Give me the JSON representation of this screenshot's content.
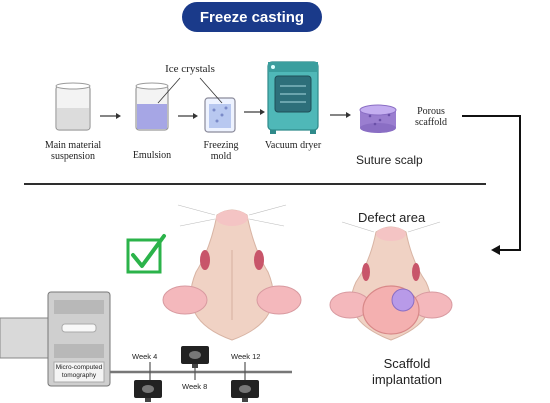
{
  "title": "Freeze casting",
  "process": {
    "ice_crystals": "Ice crystals",
    "main_material": "Main material suspension",
    "emulsion": "Emulsion",
    "freezing_mold": "Freezing mold",
    "vacuum_dryer": "Vacuum dryer",
    "porous_scaffold": "Porous scaffold",
    "suture_scalp": "Suture scalp"
  },
  "surgery": {
    "defect_area": "Defect area",
    "scaffold_implantation": "Scaffold implantation"
  },
  "imaging": {
    "device_label": "Micro-computed tomography",
    "weeks": [
      "Week 4",
      "Week 8",
      "Week 12"
    ]
  },
  "icons": [
    "checkmark-icon",
    "arrow-icon",
    "monitor-icon"
  ],
  "colors": {
    "title_bg": "#1a3a8a",
    "check": "#2bb34a",
    "dryer": "#4fb8b8",
    "scaffold": "#a58ad8",
    "emulsion": "#8c8ce0",
    "skin": "#f0d2c4"
  }
}
